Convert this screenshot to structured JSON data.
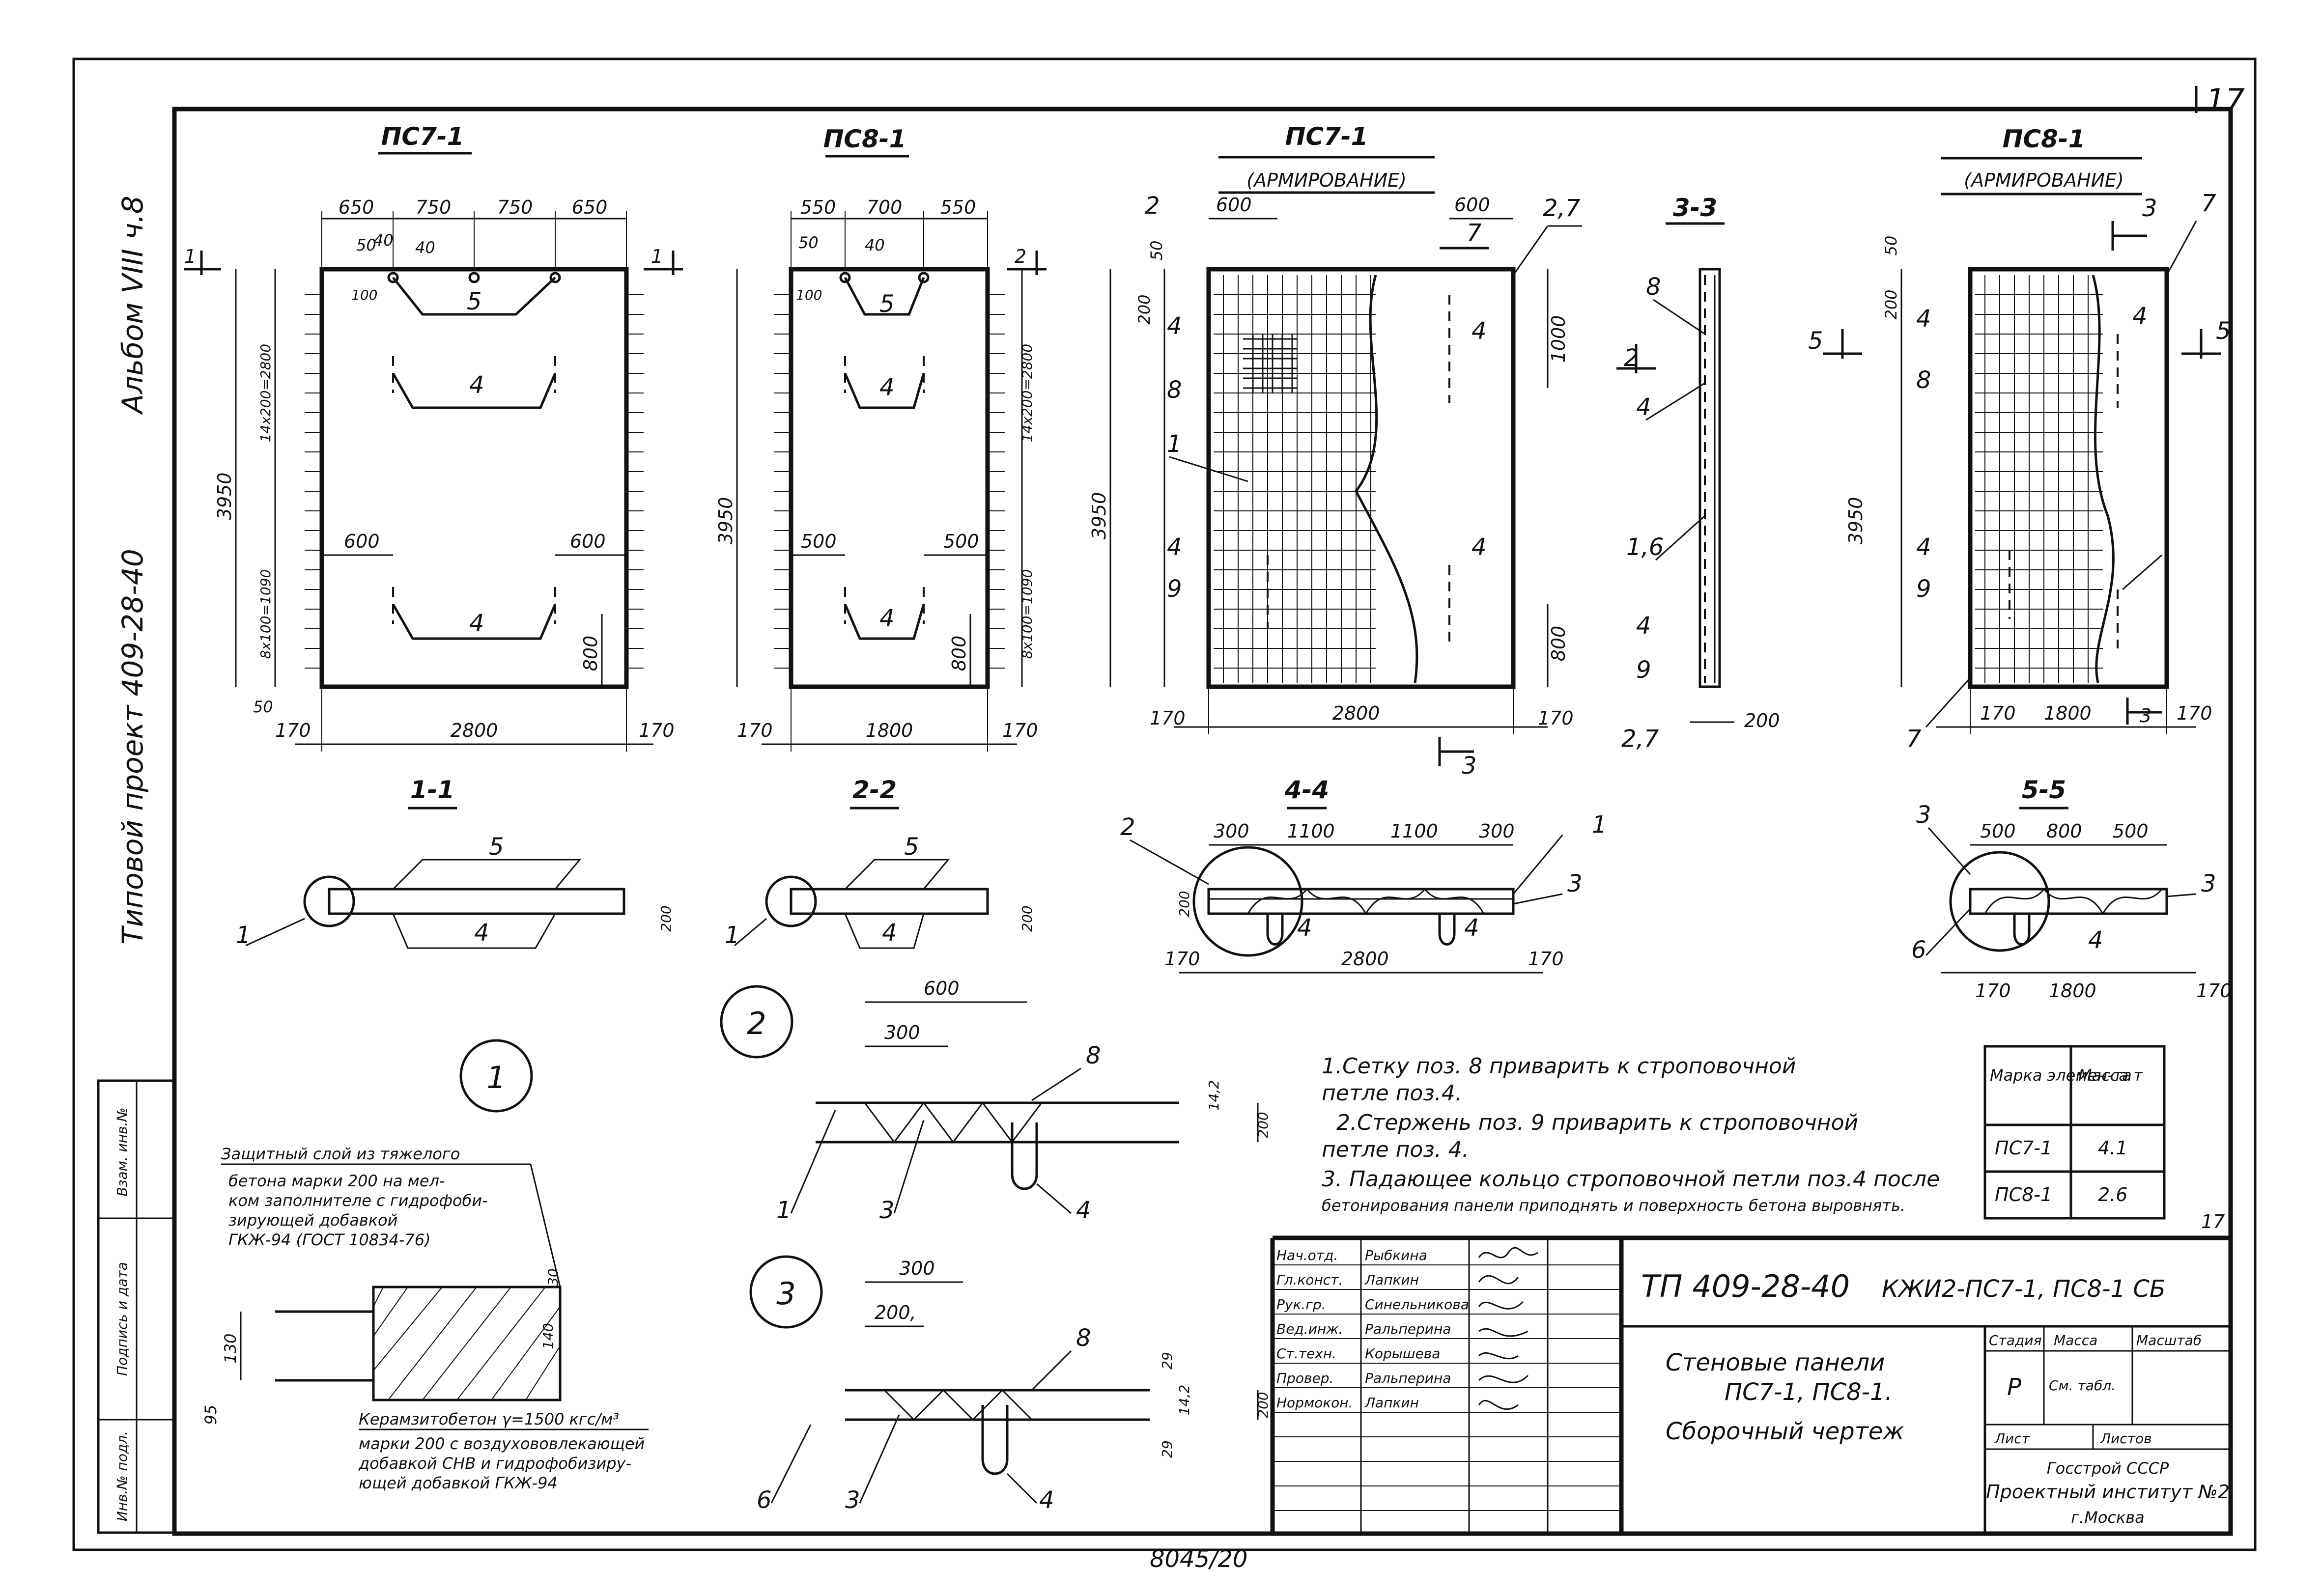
{
  "sheet_number": "17",
  "sheet_number_bottom": "17",
  "side_titles": {
    "album": "Альбом VIII ч.8",
    "project": "Типовой проект 409-28-40"
  },
  "views": {
    "ps7_1": {
      "title": "ПС7-1",
      "dims_top": [
        "650",
        "750",
        "750",
        "650"
      ],
      "dim_50": "50",
      "dim_40a": "40",
      "dim_40b": "40",
      "dim_100": "100",
      "dim_height": "3950",
      "dim_mid": "14x200=2800",
      "dim_bottom_chain": "8x100=1090",
      "dim_600_left": "600",
      "dim_600_right": "600",
      "dim_800": "800",
      "dim_50_bottom": "50",
      "dim_width": "2800",
      "dim_170_left": "170",
      "dim_170_right": "170",
      "pos_5": "5",
      "pos_4a": "4",
      "pos_4b": "4",
      "cut_mark": "1"
    },
    "ps8_1": {
      "title": "ПС8-1",
      "dims_top": [
        "550",
        "700",
        "550"
      ],
      "dim_50": "50",
      "dim_40": "40",
      "dim_100": "100",
      "dim_height": "3950",
      "dim_mid": "14x200=2800",
      "dim_bottom_chain": "8x100=1090",
      "dim_500_left": "500",
      "dim_500_right": "500",
      "dim_800": "800",
      "dim_width": "1800",
      "dim_170_left": "170",
      "dim_170_right": "170",
      "pos_5": "5",
      "pos_4a": "4",
      "pos_4b": "4",
      "cut_mark": "2"
    },
    "ps7_1_rebar": {
      "title": "ПС7-1",
      "subtitle": "(АРМИРОВАНИЕ)",
      "dim_600_left": "600",
      "dim_600_right": "600",
      "dim_50": "50",
      "dim_200": "200",
      "dim_height": "3950",
      "dim_1000": "1000",
      "dim_800": "800",
      "dim_width": "2800",
      "dim_170_left": "170",
      "dim_170_right": "170",
      "pos_labels": [
        "4",
        "8",
        "1",
        "4",
        "9"
      ],
      "pos_right_a": "4",
      "pos_right_b": "4",
      "pos_27": "2,7",
      "cut_2": "2",
      "cut_7": "7",
      "cut_3": "3"
    },
    "section_33": {
      "title": "3-3",
      "labels": [
        "8",
        "4",
        "1,6",
        "4",
        "9"
      ],
      "pos_27_bottom": "2,7",
      "dim_200": "200",
      "cut_2": "2"
    },
    "ps8_1_rebar": {
      "title": "ПС8-1",
      "subtitle": "(АРМИРОВАНИЕ)",
      "dim_200": "200",
      "dim_50": "50",
      "dim_height": "3950",
      "dim_width": "1800",
      "dim_170_left": "170",
      "dim_170_right": "170",
      "pos_labels": [
        "4",
        "8",
        "4",
        "9"
      ],
      "pos_right": "4",
      "pos_7_top": "7",
      "pos_7_bottom": "7",
      "cut_3_top": "3",
      "cut_3_bottom": "3",
      "cut_5_left": "5",
      "cut_5_right": "5"
    }
  },
  "sections": {
    "s11": {
      "title": "1-1",
      "pos_5": "5",
      "pos_4": "4",
      "pos_1": "1",
      "dim_200": "200"
    },
    "s22": {
      "title": "2-2",
      "pos_5": "5",
      "pos_4": "4",
      "pos_1": "1",
      "dim_200": "200"
    },
    "s44": {
      "title": "4-4",
      "dims_top": [
        "300",
        "1100",
        "1100",
        "300"
      ],
      "dim_200": "200",
      "dim_width": "2800",
      "dim_170_left": "170",
      "dim_170_right": "170",
      "pos_2": "2",
      "pos_1": "1",
      "pos_3": "3",
      "pos_4a": "4",
      "pos_4b": "4"
    },
    "s55": {
      "title": "5-5",
      "dims_top": [
        "500",
        "800",
        "500"
      ],
      "dim_width": "1800",
      "dim_170_left": "170",
      "dim_170_right": "170",
      "pos_3a": "3",
      "pos_3b": "3",
      "pos_6": "6",
      "pos_4": "4"
    }
  },
  "nodes": {
    "n1": {
      "number": "1",
      "heading": "Защитный слой из тяжелого",
      "text_lines": [
        "бетона марки 200 на мел-",
        "ком заполнителе с гидрофоби-",
        "зирующей добавкой",
        "ГКЖ-94 (ГОСТ 10834-76)"
      ],
      "dim_130": "130",
      "dim_95": "95",
      "dim_30": "30",
      "dim_140": "140",
      "legend_lines": [
        "Керамзитобетон γ=1500 кгс/м³",
        "марки 200 с воздухововлекающей",
        "добавкой СНВ и гидрофобизиру-",
        "ющей добавкой ГКЖ-94"
      ]
    },
    "n2": {
      "number": "2",
      "dim_600": "600",
      "dim_300": "300",
      "dim_200": "200",
      "dim_14": "14,2",
      "pos_8": "8",
      "pos_1": "1",
      "pos_3": "3",
      "pos_4": "4"
    },
    "n3": {
      "number": "3",
      "dim_300": "300",
      "dim_200": "200,",
      "dim_200_v": "200",
      "dim_29a": "29",
      "dim_29b": "29",
      "dim_14": "14,2",
      "pos_8": "8",
      "pos_6": "6",
      "pos_3": "3",
      "pos_4": "4"
    }
  },
  "notes": [
    "1.Сетку поз. 8  приварить к строповочной",
    "петле поз.4.",
    "2.Стержень  поз. 9 приварить к строповочной",
    "петле поз. 4.",
    "3. Падающее кольцо строповочной петли поз.4 после",
    "бетонирования панели приподнять и поверхность бетона выровнять."
  ],
  "mass_table": {
    "headers": [
      "Марка элемен-та",
      "Масса т"
    ],
    "rows": [
      [
        "ПС7-1",
        "4.1"
      ],
      [
        "ПС8-1",
        "2.6"
      ]
    ]
  },
  "title_block": {
    "signers": [
      {
        "role": "Нач.отд.",
        "name": "Рыбкина"
      },
      {
        "role": "Гл.конст.",
        "name": "Лапкин"
      },
      {
        "role": "Рук.гр.",
        "name": "Синельникова"
      },
      {
        "role": "Вед.инж.",
        "name": "Ральперина"
      },
      {
        "role": "Ст.техн.",
        "name": "Корышева"
      },
      {
        "role": "Провер.",
        "name": "Ральперина"
      },
      {
        "role": "Нормокон.",
        "name": "Лапкин"
      }
    ],
    "project_code": "ТП 409-28-40",
    "sheet_code": "КЖИ2-ПС7-1, ПС8-1 СБ",
    "name_lines": [
      "Стеновые панели",
      "ПС7-1, ПС8-1.",
      "Сборочный чертеж"
    ],
    "stage_label": "Стадия",
    "mass_label": "Масса",
    "scale_label": "Масштаб",
    "stage_value": "Р",
    "mass_value": "См. табл.",
    "sheet_label": "Лист",
    "sheets_label": "Листов",
    "org_lines": [
      "Госстрой СССР",
      "Проектный институт №2",
      "г.Москва"
    ]
  },
  "stamp_labels": [
    "Взам. инв.№",
    "Подпись и дата",
    "Инв.№ подл."
  ],
  "drawing_code": "8045/20"
}
